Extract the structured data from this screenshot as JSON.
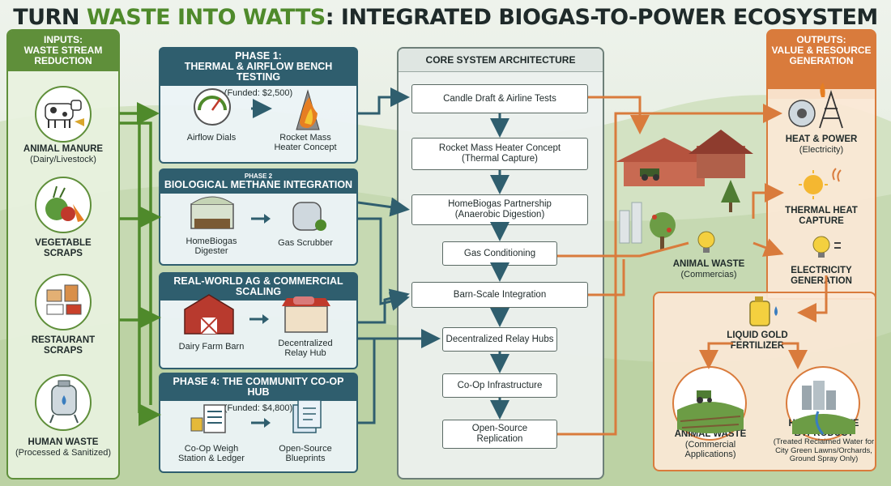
{
  "title": {
    "part1": "TURN ",
    "accent": "WASTE INTO WATTS",
    "part2": ": INTEGRATED BIOGAS-TO-POWER ECOSYSTEM"
  },
  "inputs": {
    "header_line1": "INPUTS:",
    "header_line2": "WASTE STREAM",
    "header_line3": "REDUCTION",
    "items": [
      {
        "title": "ANIMAL MANURE",
        "sub": "(Dairy/Livestock)",
        "icon": "cow-icon"
      },
      {
        "title": "VEGETABLE",
        "title2": "SCRAPS",
        "icon": "vegetables-icon"
      },
      {
        "title": "RESTAURANT",
        "title2": "SCRAPS",
        "icon": "food-containers-icon"
      },
      {
        "title": "HUMAN WASTE",
        "sub": "(Processed & Sanitized)",
        "icon": "tank-icon"
      }
    ]
  },
  "phases": [
    {
      "line1": "PHASE 1:",
      "line2": "THERMAL & AIRFLOW BENCH TESTING",
      "funded": "(Funded: $2,500)",
      "a": "Airflow Dials",
      "b1": "Rocket Mass",
      "b2": "Heater Concept"
    },
    {
      "small": "PHASE 2",
      "line2": "BIOLOGICAL METHANE INTEGRATION",
      "a1": "HomeBiogas",
      "a2": "Digester",
      "b": "Gas Scrubber"
    },
    {
      "line2": "REAL-WORLD AG & COMMERCIAL SCALING",
      "a": "Dairy Farm Barn",
      "b1": "Decentralized",
      "b2": "Relay Hub"
    },
    {
      "line2": "PHASE 4: THE COMMUNITY CO-OP HUB",
      "funded": "(Funded: $4,800)",
      "a1": "Co-Op Weigh",
      "a2": "Station & Ledger",
      "b1": "Open-Source",
      "b2": "Blueprints"
    }
  ],
  "core": {
    "header": "CORE SYSTEM ARCHITECTURE",
    "boxes": [
      {
        "l1": "Candle Draft & Airline Tests"
      },
      {
        "l1": "Rocket Mass Heater Concept",
        "l2": "(Thermal Capture)"
      },
      {
        "l1": "HomeBiogas Partnership",
        "l2": "(Anaerobic Digestion)"
      },
      {
        "l1": "Gas Conditioning"
      },
      {
        "l1": "Barn-Scale Integration"
      },
      {
        "l1": "Decentralized Relay Hubs"
      },
      {
        "l1": "Co-Op Infrastructure"
      },
      {
        "l1": "Open-Source",
        "l2": "Replication"
      }
    ]
  },
  "outputs": {
    "header_line1": "OUTPUTS:",
    "header_line2": "VALUE & RESOURCE",
    "header_line3": "GENERATION",
    "heat_power": "HEAT & POWER",
    "heat_power_sub": "(Electricity)",
    "thermal1": "THERMAL HEAT",
    "thermal2": "CAPTURE",
    "elec1": "ELECTRICITY",
    "elec2": "GENERATION",
    "animal_mid": "ANIMAL WASTE",
    "animal_mid_sub": "(Commercias)",
    "liquid1": "LIQUID GOLD",
    "liquid2": "FERTILIZER",
    "animal_out": "ANIMAL WASTE",
    "animal_out_sub1": "(Commercial",
    "animal_out_sub2": "Applications)",
    "human_out1": "HUMAN WASTE",
    "human_out2": "BYPRODUCT",
    "human_note1": "(Treated Reclaimed Water for",
    "human_note2": "City Green Lawns/Orchards,",
    "human_note3": "Ground Spray Only)"
  },
  "colors": {
    "green": "#5f8f3a",
    "teal": "#2f5e6e",
    "orange": "#d97b3c"
  }
}
